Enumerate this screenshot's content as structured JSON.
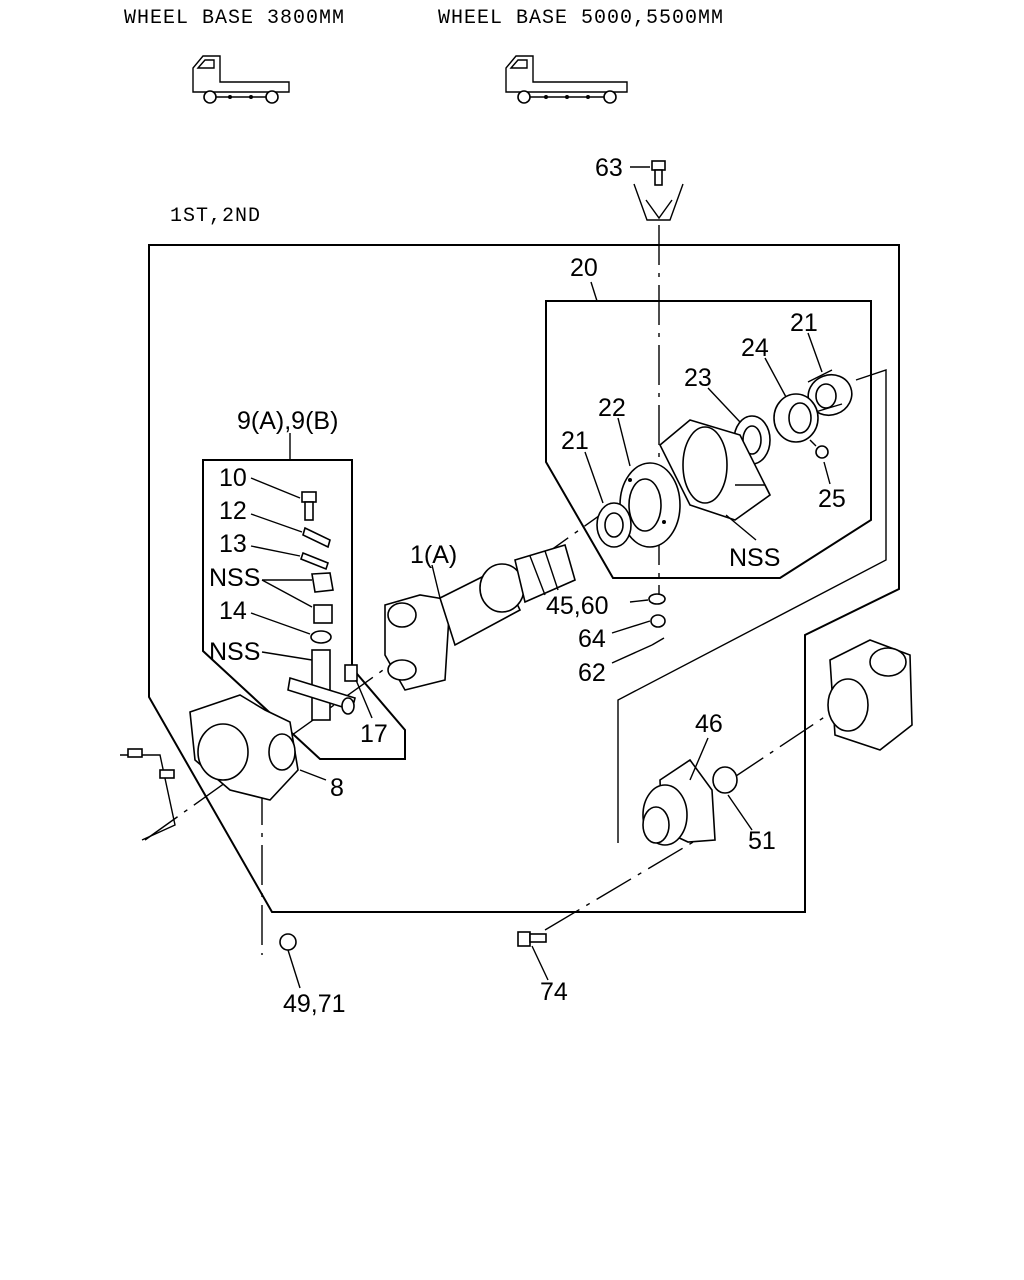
{
  "headers": {
    "wb_short": "WHEEL BASE 3800MM",
    "wb_long": "WHEEL BASE 5000,5500MM",
    "gear": "1ST,2ND"
  },
  "callouts": {
    "c63": "63",
    "c20": "20",
    "c21a": "21",
    "c24": "24",
    "c23": "23",
    "c22": "22",
    "c21b": "21",
    "c25": "25",
    "nss_bracket": "NSS",
    "c9": "9(A),9(B)",
    "c10": "10",
    "c12": "12",
    "c13": "13",
    "nss_a": "NSS",
    "c14": "14",
    "nss_b": "NSS",
    "c17": "17",
    "c1": "1(A)",
    "c45": "45,60",
    "c64": "64",
    "c62": "62",
    "c8": "8",
    "c46": "46",
    "c51": "51",
    "c49": "49,71",
    "c74": "74"
  },
  "icons": [
    "truck-short-wheelbase-icon",
    "truck-long-wheelbase-icon"
  ]
}
